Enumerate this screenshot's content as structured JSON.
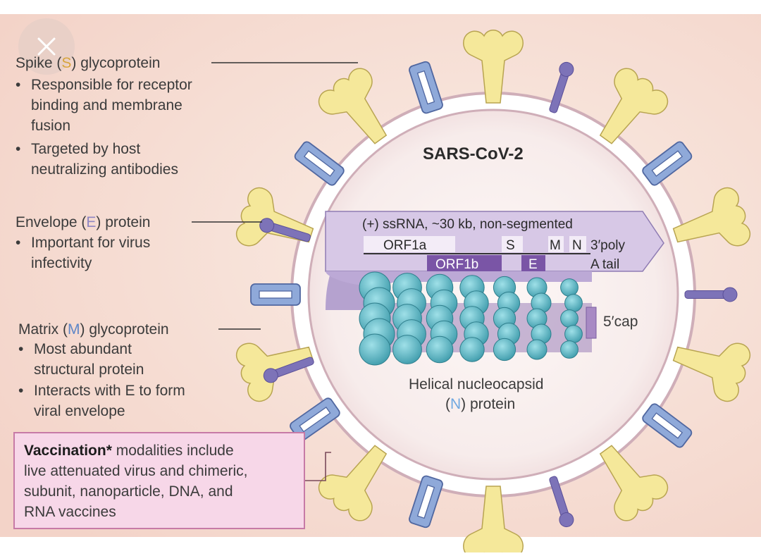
{
  "colors": {
    "background": "#f7dcd2",
    "membrane": "#cfaeb8",
    "spike": "#f5e89a",
    "envelope": "#7d73b8",
    "matrix": "#8fa9d9",
    "nucleocapsid": "#5fb6c4",
    "rna_band": "#c8b3dd",
    "vaccine_box": "#f7d7e8"
  },
  "icons": [
    "close-icon"
  ],
  "title": "SARS-CoV-2",
  "spike": {
    "prefix": "Spike (",
    "letter": "S",
    "suffix": ") glycoprotein",
    "bullets": [
      [
        "Responsible for receptor",
        "binding and membrane",
        "fusion"
      ],
      [
        "Targeted by host",
        "neutralizing antibodies"
      ]
    ]
  },
  "envelope": {
    "prefix": "Envelope (",
    "letter": "E",
    "suffix": ") protein",
    "bullets": [
      [
        "Important for virus",
        "infectivity"
      ]
    ]
  },
  "matrix": {
    "prefix": "Matrix (",
    "letter": "M",
    "suffix": ") glycoprotein",
    "bullets": [
      [
        "Most abundant",
        "structural protein"
      ],
      [
        "Interacts with E to form",
        "viral envelope"
      ]
    ]
  },
  "genome": {
    "header": "(+) ssRNA, ~30 kb, non-segmented",
    "orf1a": "ORF1a",
    "orf1b": "ORF1b",
    "s": "S",
    "e": "E",
    "m": "M",
    "n": "N",
    "tail1": "3′poly",
    "tail2": "A tail",
    "cap": "5′cap"
  },
  "nucleocapsid": {
    "line1": "Helical nucleocapsid",
    "prefix": "(",
    "letter": "N",
    "suffix": ") protein"
  },
  "vaccine": {
    "bold": "Vaccination*",
    "rest": " modalities include",
    "lines": [
      "live attenuated virus and chimeric,",
      "subunit, nanoparticle, DNA, and",
      "RNA vaccines"
    ]
  }
}
